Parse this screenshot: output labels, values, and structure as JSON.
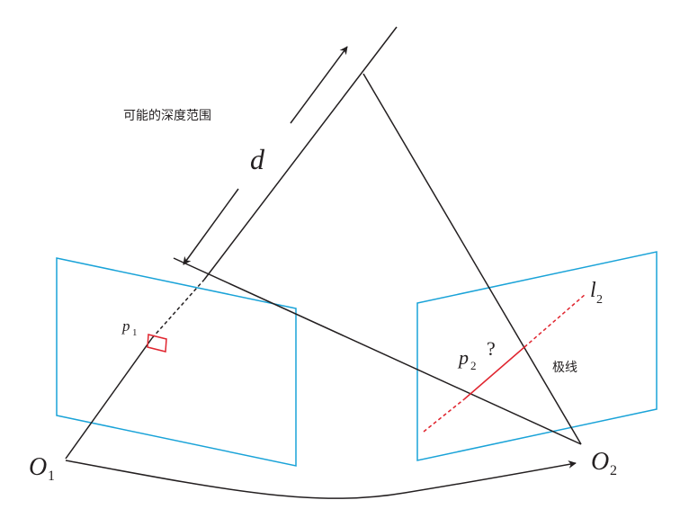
{
  "labels": {
    "depth_range": "可能的深度范围",
    "depth": "d",
    "p1_main": "p",
    "p1_sub": "1",
    "p2_main": "p",
    "p2_sub": "2",
    "p2_question": "?",
    "epipolar_line": "极线",
    "l2_main": "l",
    "l2_sub": "2",
    "o1_main": "O",
    "o1_sub": "1",
    "o2_main": "O",
    "o2_sub": "2"
  },
  "colors": {
    "image_plane": "#1aa3d8",
    "epipolar": "#e0252f",
    "line": "#231f20"
  }
}
